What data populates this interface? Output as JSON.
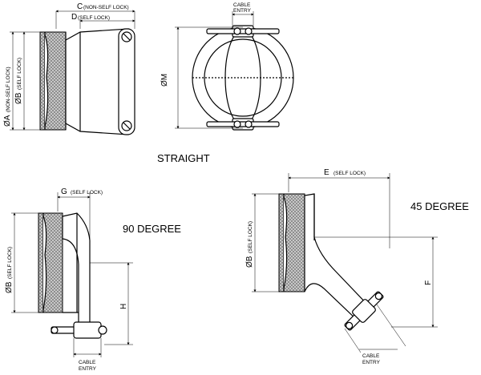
{
  "views": {
    "straight": {
      "title": "STRAIGHT",
      "dim_c": "C",
      "dim_c_note": "(NON-SELF LOCK)",
      "dim_d": "D",
      "dim_d_note": "(SELF LOCK)",
      "dim_a": "ØA",
      "dim_a_note": "(NON-SELF LOCK)",
      "dim_b": "ØB",
      "dim_b_note": "(SELF LOCK)",
      "dim_m": "ØM",
      "cable_entry_line1": "CABLE",
      "cable_entry_line2": "ENTRY"
    },
    "ninety": {
      "title": "90 DEGREE",
      "dim_g": "G",
      "dim_g_note": "(SELF LOCK)",
      "dim_b": "ØB",
      "dim_b_note": "(SELF LOCK)",
      "dim_h": "H",
      "cable_entry_line1": "CABLE",
      "cable_entry_line2": "ENTRY"
    },
    "fortyfive": {
      "title": "45 DEGREE",
      "dim_e": "E",
      "dim_e_note": "(SELF LOCK)",
      "dim_b": "ØB",
      "dim_b_note": "(SELF LOCK)",
      "dim_f": "F",
      "cable_entry_line1": "CABLE",
      "cable_entry_line2": "ENTRY"
    }
  }
}
